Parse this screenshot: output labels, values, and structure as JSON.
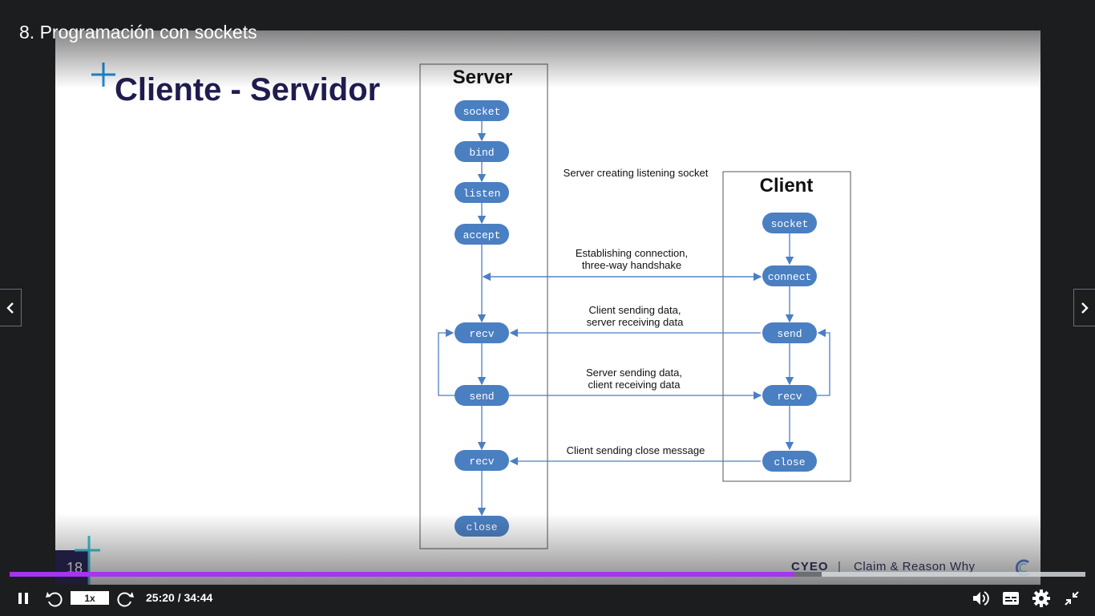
{
  "lecture": {
    "title": "8. Programación con sockets"
  },
  "slide": {
    "title": "Cliente - Servidor",
    "number": "18",
    "footer_brand": "CYEO",
    "footer_separator": "|",
    "footer_tagline": "Claim & Reason Why"
  },
  "diagram": {
    "server": {
      "title": "Server",
      "steps": [
        "socket",
        "bind",
        "listen",
        "accept",
        "recv",
        "send",
        "recv",
        "close"
      ]
    },
    "client": {
      "title": "Client",
      "steps": [
        "socket",
        "connect",
        "send",
        "recv",
        "close"
      ]
    },
    "annotations": {
      "listening": "Server creating listening socket",
      "handshake_1": "Establishing connection,",
      "handshake_2": "three-way handshake",
      "client_send_1": "Client sending data,",
      "client_send_2": "server receiving data",
      "server_send_1": "Server sending data,",
      "server_send_2": "client receiving data",
      "close_msg": "Client sending close message"
    }
  },
  "player": {
    "playback_rate": "1x",
    "time_display": "25:20 / 34:44",
    "progress_fraction": 0.7295,
    "buffered_fraction": 0.755,
    "accent_color": "#a435f0"
  },
  "icons": {
    "prev": "chevron-left-icon",
    "next": "chevron-right-icon",
    "play_pause": "pause-icon",
    "rewind": "rewind-5-icon",
    "forward": "forward-5-icon",
    "volume": "volume-icon",
    "captions": "captions-icon",
    "settings": "gear-icon",
    "fullscreen": "exit-fullscreen-icon"
  }
}
